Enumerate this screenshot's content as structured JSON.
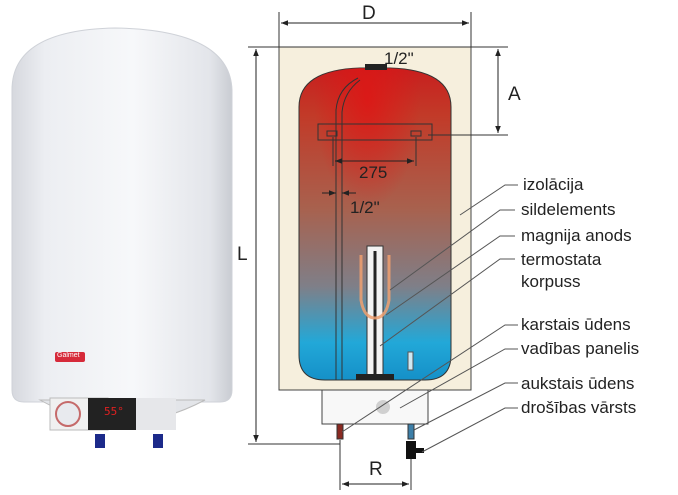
{
  "photo": {
    "brand_badge": "Galmet",
    "display_value": "55°"
  },
  "diagram": {
    "dimensions": {
      "D": "D",
      "A": "A",
      "L": "L",
      "R": "R",
      "top_connection": "1/2\"",
      "flange_spacing": "275",
      "pipe_size": "1/2\""
    },
    "labels": [
      {
        "text": "izolācija"
      },
      {
        "text": "sildelements"
      },
      {
        "text": "magnija anods"
      },
      {
        "text": "termostata"
      },
      {
        "text": "korpuss"
      },
      {
        "text": "karstais ūdens"
      },
      {
        "text": "vadības panelis"
      },
      {
        "text": "aukstais ūdens"
      },
      {
        "text": "drošības vārsts"
      }
    ],
    "colors": {
      "hot": "#c82a1e",
      "cold": "#1a9fd0",
      "insulation": "#f6efdd",
      "outline": "#333333"
    }
  }
}
